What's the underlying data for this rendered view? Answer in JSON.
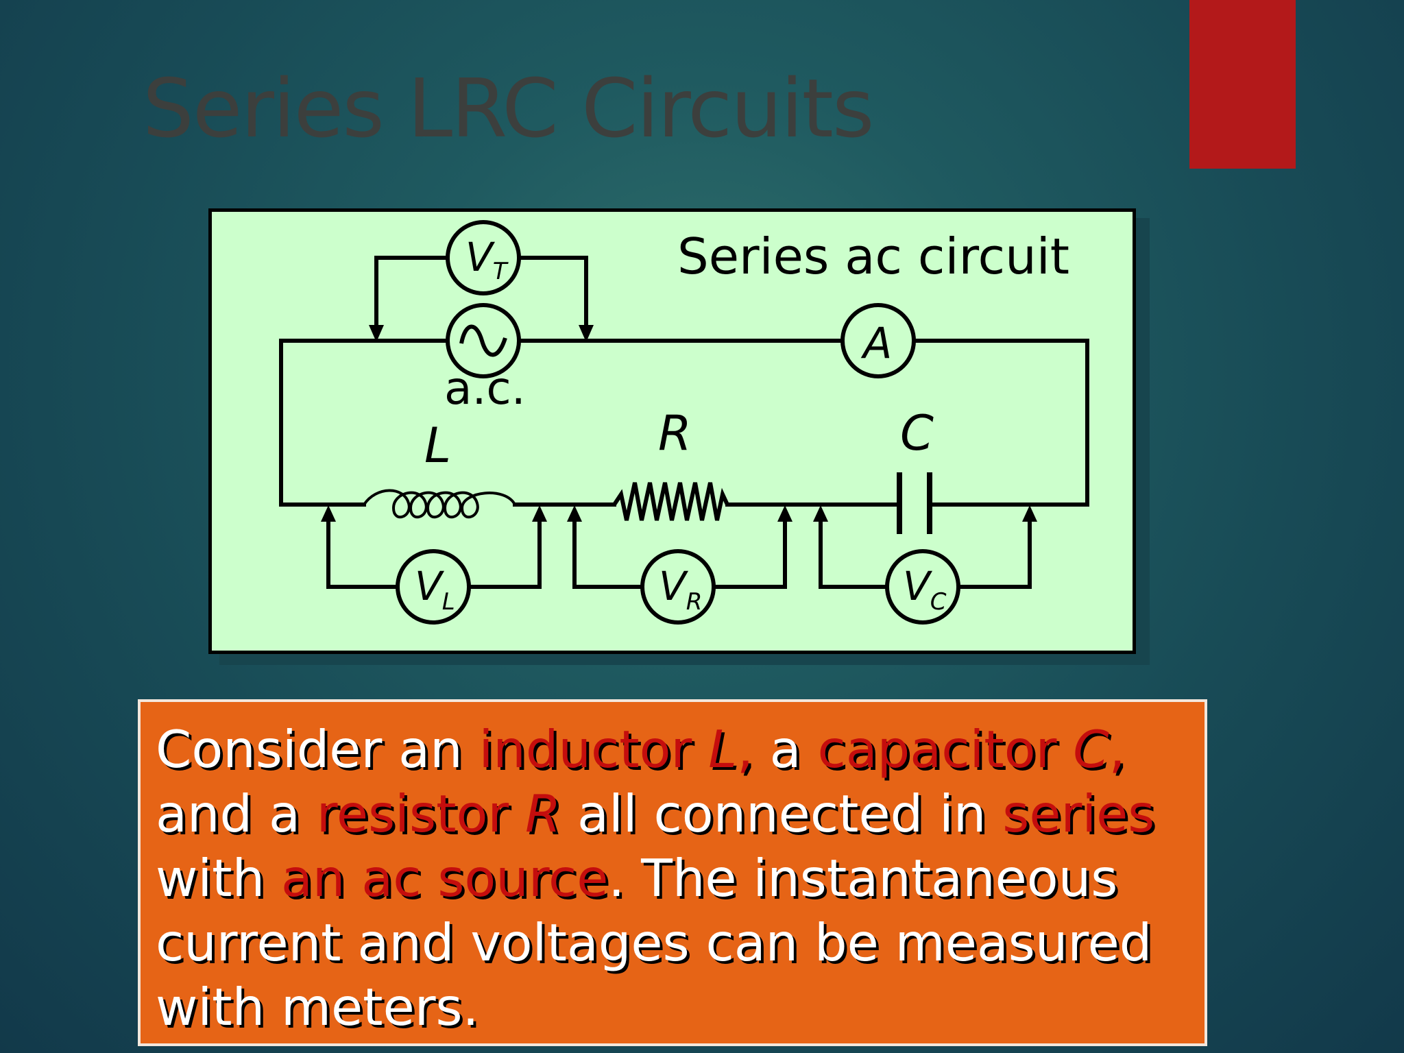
{
  "slide": {
    "title": "Series LRC Circuits",
    "colors": {
      "background": "#1f5a60",
      "accent_tab": "#b3191a",
      "diagram_fill": "#ccffcc",
      "text_box_fill": "#e66416",
      "highlight_text": "#c40d0d"
    }
  },
  "diagram": {
    "caption": "Series ac circuit",
    "source_label": "a.c.",
    "labels": {
      "inductor": "L",
      "resistor": "R",
      "capacitor": "C",
      "ammeter": "A",
      "voltmeter_symbol": "V",
      "vt_subscript": "T",
      "vl_subscript": "L",
      "vr_subscript": "R",
      "vc_subscript": "C"
    },
    "icons": [
      "ac-source-icon",
      "ammeter-icon",
      "voltmeter-icon",
      "inductor-coil-icon",
      "resistor-zigzag-icon",
      "capacitor-plates-icon"
    ]
  },
  "body_text": {
    "line1": {
      "a": "Consider an ",
      "b": "inductor ",
      "c": "L",
      "d": ",",
      "e": " a ",
      "f": "capacitor ",
      "g": "C",
      "h": ","
    },
    "line2": {
      "a": "and a ",
      "b": "resistor ",
      "c": "R",
      "d": " all connected in ",
      "e": "series"
    },
    "line3": {
      "a": "with ",
      "b": "an ac source",
      "c": ". The instantaneous"
    },
    "line4": "current and voltages can be measured",
    "line5": "with meters."
  }
}
